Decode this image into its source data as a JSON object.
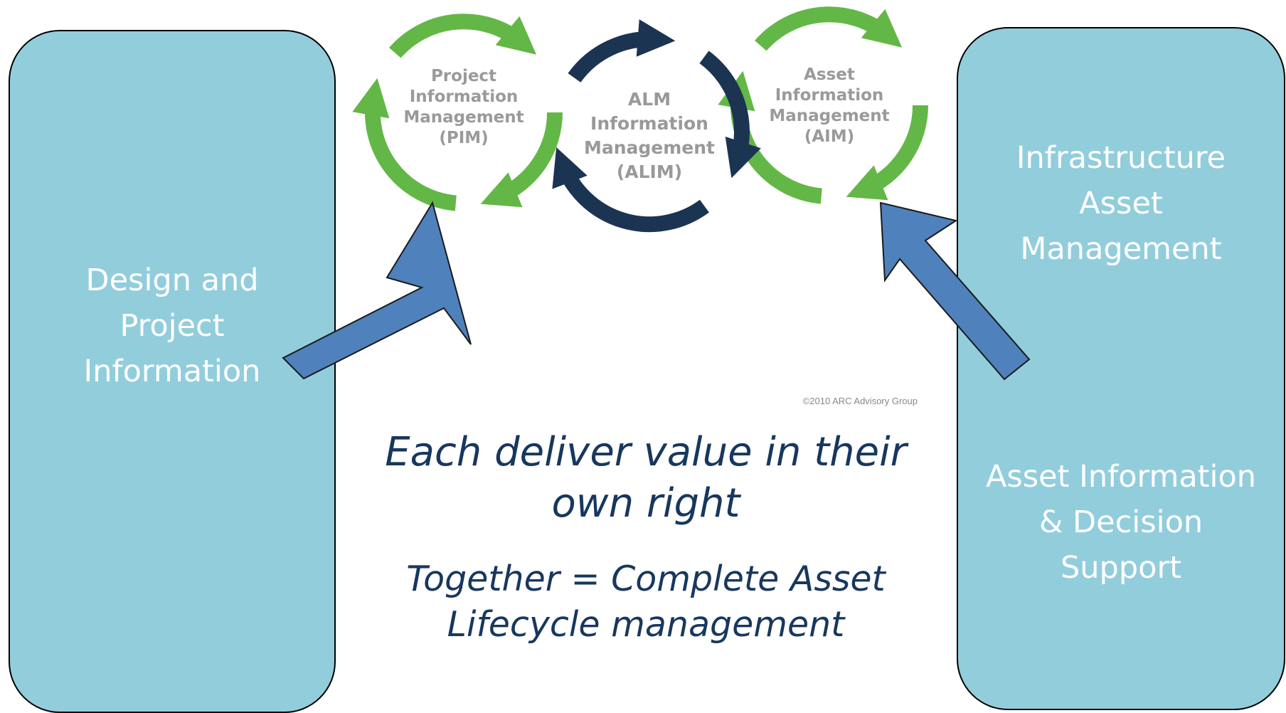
{
  "left_panel": {
    "lines": [
      "Design and",
      "Project",
      "Information"
    ]
  },
  "right_panel": {
    "top_lines": [
      "Infrastructure",
      "Asset",
      "Management"
    ],
    "bottom_lines": [
      "Asset Information",
      "& Decision",
      "Support"
    ]
  },
  "cycles": {
    "pim": [
      "Project",
      "Information",
      "Management",
      "(PIM)"
    ],
    "alim": [
      "ALM",
      "Information",
      "Management",
      "(ALIM)"
    ],
    "aim": [
      "Asset",
      "Information",
      "Management",
      "(AIM)"
    ]
  },
  "copyright": "©2010 ARC Advisory Group",
  "main_message": {
    "lines": [
      "Each deliver value in their",
      "own right"
    ]
  },
  "sub_message": {
    "lines": [
      "Together = Complete Asset",
      "Lifecycle management"
    ]
  },
  "colors": {
    "panel_fill": "#92CDDC",
    "green_arrow": "#63B746",
    "navy_arrow": "#1B3452",
    "blue_arrow": "#4F81BD",
    "text_navy": "#17375E"
  }
}
